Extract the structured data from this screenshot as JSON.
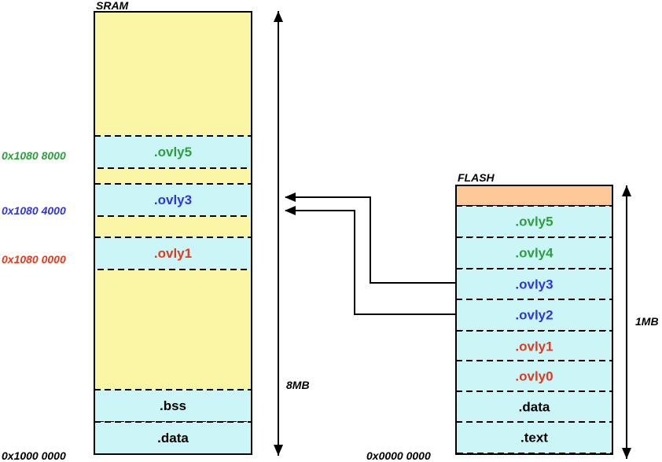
{
  "colors": {
    "sram_bg": "#FBF5A6",
    "section_fill": "#CCF5F7",
    "flash_header": "#FFC898",
    "green": "#2E9E3E",
    "blue": "#3236D8",
    "red": "#E23A1E",
    "black": "#000000"
  },
  "sram": {
    "title": "SRAM",
    "size_label": "8MB",
    "sections": [
      {
        "label": ".ovly5",
        "color": "green"
      },
      {
        "label": ".ovly3",
        "color": "blue"
      },
      {
        "label": ".ovly1",
        "color": "red"
      },
      {
        "label": ".bss",
        "color": "black"
      },
      {
        "label": ".data",
        "color": "black"
      }
    ],
    "addresses": [
      {
        "text": "0x1080 8000",
        "color": "green"
      },
      {
        "text": "0x1080 4000",
        "color": "blue"
      },
      {
        "text": "0x1080 0000",
        "color": "red"
      },
      {
        "text": "0x1000 0000",
        "color": "black"
      }
    ]
  },
  "flash": {
    "title": "FLASH",
    "size_label": "1MB",
    "base_address": "0x0000 0000",
    "sections": [
      {
        "label": ".ovly5",
        "color": "green"
      },
      {
        "label": ".ovly4",
        "color": "green"
      },
      {
        "label": ".ovly3",
        "color": "blue"
      },
      {
        "label": ".ovly2",
        "color": "blue"
      },
      {
        "label": ".ovly1",
        "color": "red"
      },
      {
        "label": ".ovly0",
        "color": "red"
      },
      {
        "label": ".data",
        "color": "black"
      },
      {
        "label": ".text",
        "color": "black"
      }
    ]
  }
}
